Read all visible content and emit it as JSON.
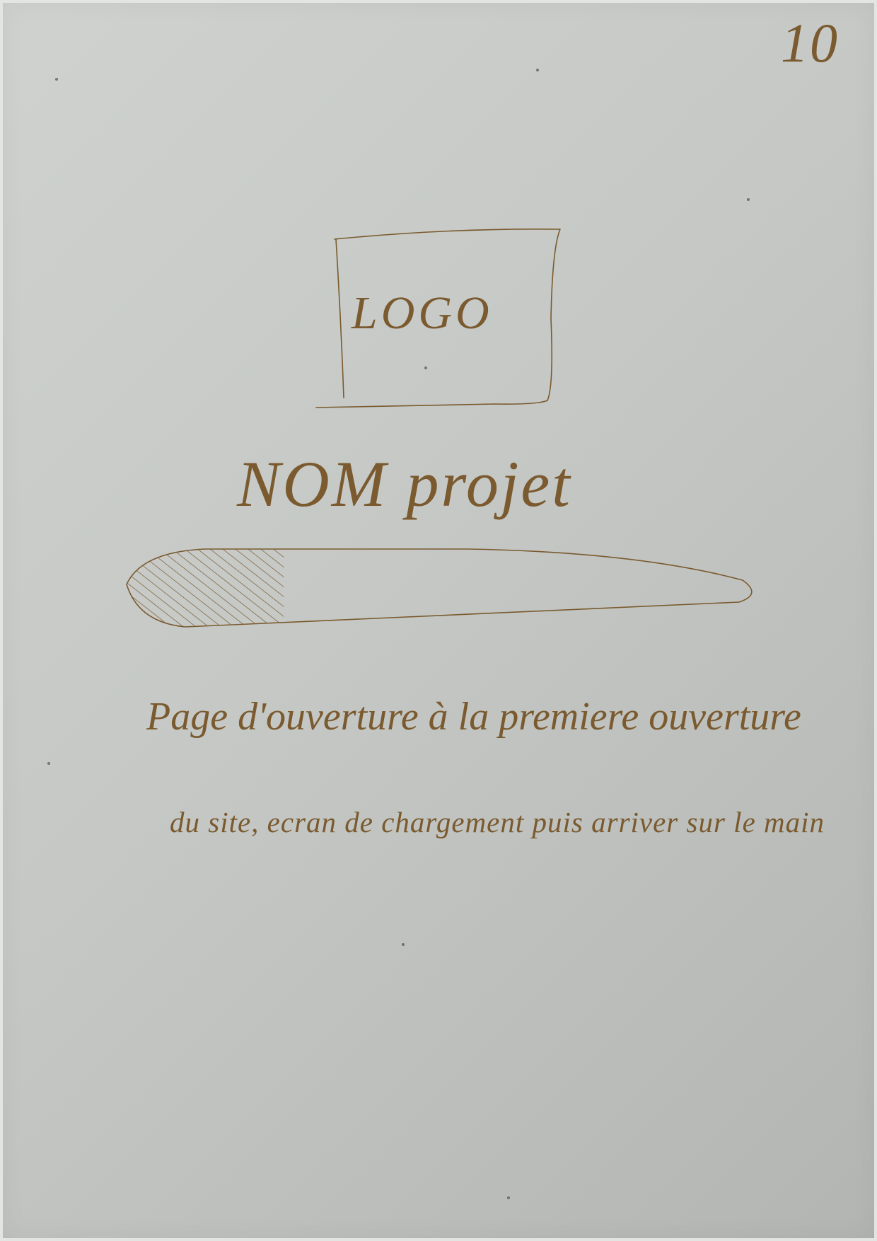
{
  "page": {
    "number": "10"
  },
  "logo": {
    "label": "LOGO"
  },
  "project": {
    "name": "NOM projet"
  },
  "loader": {
    "progress": 0.25
  },
  "note": {
    "lines": [
      "Page d'ouverture à la premiere ouverture",
      "du site, ecran de chargement puis arriver sur le main"
    ]
  },
  "colors": {
    "paper": "#c5c8c5",
    "ink": "#7a5a2e"
  }
}
